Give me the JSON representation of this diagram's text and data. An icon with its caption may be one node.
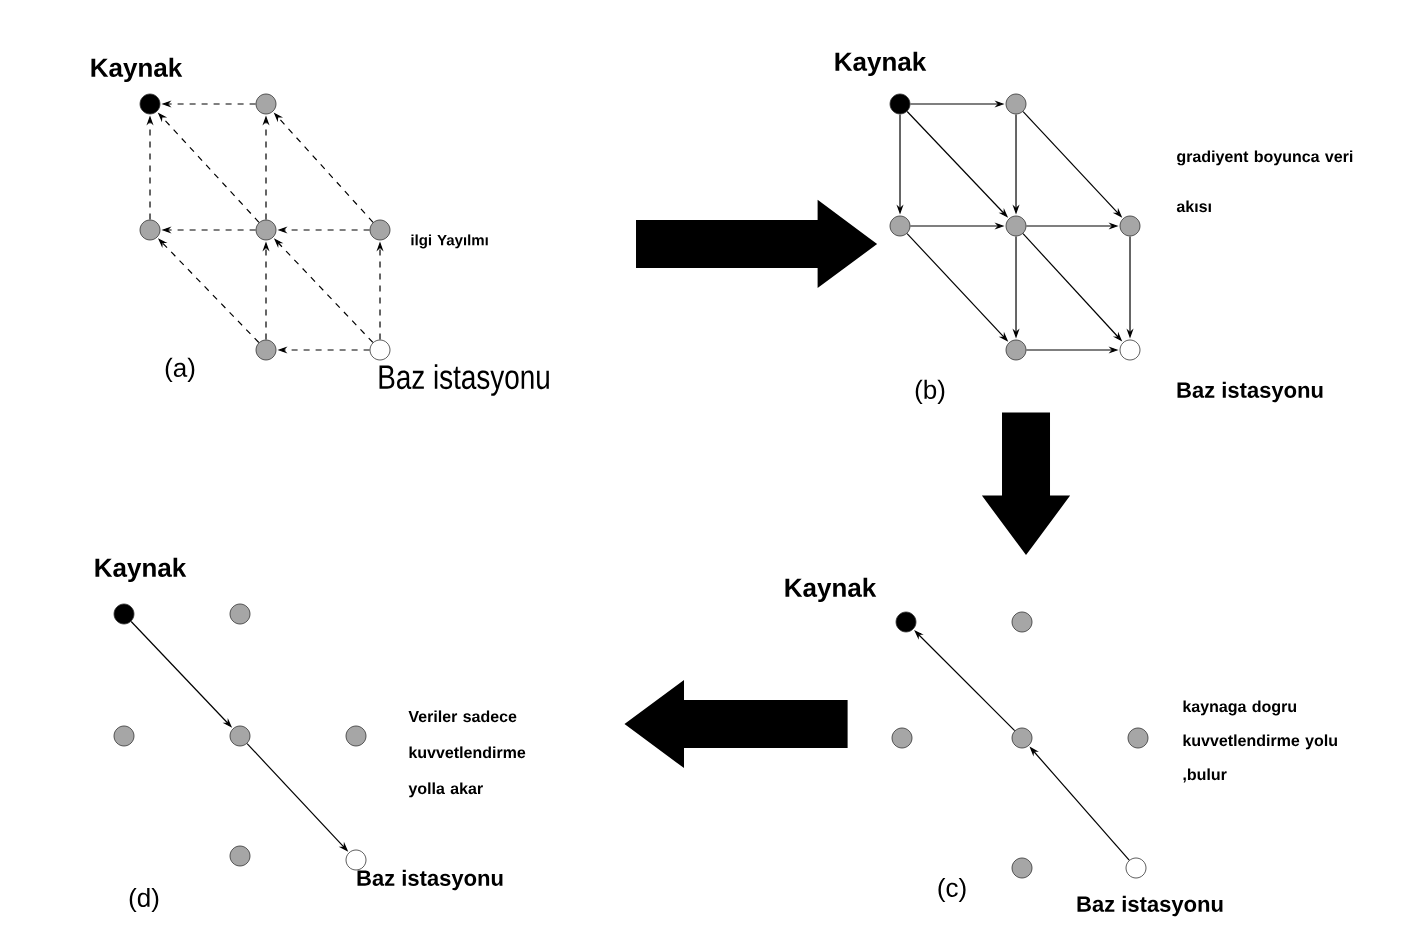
{
  "diagram": {
    "nodes": [
      {
        "text": [],
        "shape": "circle",
        "beside": [
          "Kaynak"
        ]
      },
      {
        "text": [],
        "shape": "circle"
      },
      {
        "text": [],
        "shape": "circle"
      },
      {
        "text": [],
        "shape": "circle"
      },
      {
        "text": [],
        "shape": "circle"
      },
      {
        "text": [],
        "shape": "circle"
      },
      {
        "text": [],
        "shape": "circle",
        "beside": [
          "Baz istasyonu"
        ]
      },
      {
        "text": [],
        "shape": "circle",
        "beside": [
          "Kaynak"
        ]
      },
      {
        "text": [],
        "shape": "circle"
      },
      {
        "text": [],
        "shape": "circle"
      },
      {
        "text": [],
        "shape": "circle"
      },
      {
        "text": [],
        "shape": "circle"
      },
      {
        "text": [],
        "shape": "circle"
      },
      {
        "text": [],
        "shape": "circle",
        "beside": [
          "Baz istasyonu"
        ]
      },
      {
        "text": [],
        "shape": "circle",
        "beside": [
          "Kaynak"
        ]
      },
      {
        "text": [],
        "shape": "circle"
      },
      {
        "text": [],
        "shape": "circle"
      },
      {
        "text": [],
        "shape": "circle"
      },
      {
        "text": [],
        "shape": "circle"
      },
      {
        "text": [],
        "shape": "circle"
      },
      {
        "text": [],
        "shape": "circle",
        "beside": [
          "Baz istasyonu"
        ]
      },
      {
        "text": [],
        "shape": "circle",
        "beside": [
          "Kaynak"
        ]
      },
      {
        "text": [],
        "shape": "circle"
      },
      {
        "text": [],
        "shape": "circle"
      },
      {
        "text": [],
        "shape": "circle"
      },
      {
        "text": [],
        "shape": "circle"
      },
      {
        "text": [],
        "shape": "circle"
      },
      {
        "text": [],
        "shape": "circle",
        "beside": [
          "Baz istasyonu"
        ]
      }
    ],
    "edges": [
      {
        "from": 1,
        "to": 0,
        "arrow": "to",
        "style": "dashed"
      },
      {
        "from": 2,
        "to": 0,
        "arrow": "to",
        "style": "dashed"
      },
      {
        "from": 3,
        "to": 0,
        "arrow": "to",
        "style": "dashed"
      },
      {
        "from": 3,
        "to": 1,
        "arrow": "to",
        "style": "dashed"
      },
      {
        "from": 4,
        "to": 1,
        "arrow": "to",
        "style": "dashed"
      },
      {
        "from": 3,
        "to": 2,
        "arrow": "to",
        "style": "dashed"
      },
      {
        "from": 4,
        "to": 3,
        "arrow": "to",
        "style": "dashed"
      },
      {
        "from": 5,
        "to": 2,
        "arrow": "to",
        "style": "dashed"
      },
      {
        "from": 5,
        "to": 3,
        "arrow": "to",
        "style": "dashed"
      },
      {
        "from": 6,
        "to": 3,
        "arrow": "to",
        "style": "dashed"
      },
      {
        "from": 6,
        "to": 4,
        "arrow": "to",
        "style": "dashed"
      },
      {
        "from": 6,
        "to": 5,
        "arrow": "to",
        "style": "dashed"
      },
      {
        "from": 7,
        "to": 8,
        "arrow": "to"
      },
      {
        "from": 7,
        "to": 9,
        "arrow": "to"
      },
      {
        "from": 7,
        "to": 10,
        "arrow": "to"
      },
      {
        "from": 8,
        "to": 10,
        "arrow": "to"
      },
      {
        "from": 8,
        "to": 11,
        "arrow": "to"
      },
      {
        "from": 9,
        "to": 10,
        "arrow": "to"
      },
      {
        "from": 10,
        "to": 11,
        "arrow": "to"
      },
      {
        "from": 9,
        "to": 12,
        "arrow": "to"
      },
      {
        "from": 10,
        "to": 12,
        "arrow": "to"
      },
      {
        "from": 10,
        "to": 13,
        "arrow": "to"
      },
      {
        "from": 11,
        "to": 13,
        "arrow": "to"
      },
      {
        "from": 12,
        "to": 13,
        "arrow": "to"
      },
      {
        "from": 14,
        "to": 17,
        "arrow": "to"
      },
      {
        "from": 17,
        "to": 20,
        "arrow": "to"
      },
      {
        "from": 27,
        "to": 24,
        "arrow": "to"
      },
      {
        "from": 24,
        "to": 21,
        "arrow": "to"
      },
      {
        "from": null,
        "to": 9,
        "arrow": "to",
        "style": "thick"
      },
      {
        "from": 12,
        "to": 22,
        "arrow": "to",
        "style": "thick"
      },
      {
        "from": 23,
        "to": null,
        "arrow": "to",
        "style": "thick"
      }
    ],
    "labels": [
      "(a)",
      "ilgi Yayılmı",
      "(b)",
      "gradiyent boyunca veri akısı",
      "(d)",
      "Veriler sadece kuvvetlendirme yolla akar",
      "(c)",
      "kaynaga dogru kuvvetlendirme yolu ,bulur"
    ]
  }
}
